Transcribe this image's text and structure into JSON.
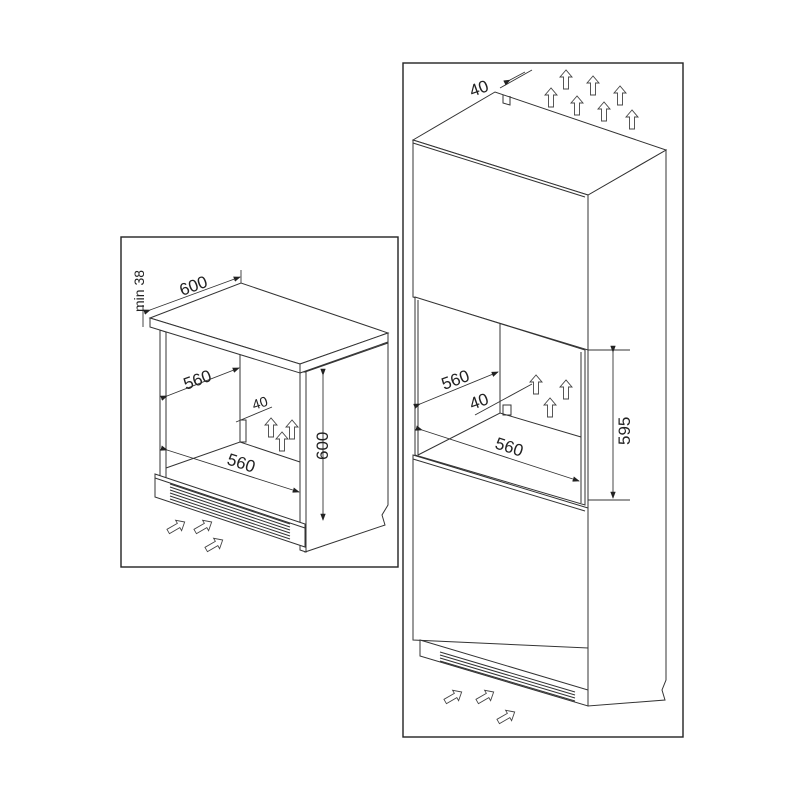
{
  "left_panel": {
    "title": "",
    "labels": {
      "top_depth": "600",
      "top_clearance": "min 38",
      "inner_depth": "560",
      "back_gap": "40",
      "inner_width": "560",
      "height": "600"
    }
  },
  "right_panel": {
    "labels": {
      "top_gap": "40",
      "inner_depth": "560",
      "back_gap": "40",
      "inner_width": "560",
      "height": "595"
    }
  },
  "colors": {
    "line": "#333333",
    "background": "#ffffff"
  },
  "icons": [
    "airflow-up-arrow-icon",
    "airflow-inlet-arrow-icon",
    "dimension-arrow-icon"
  ]
}
